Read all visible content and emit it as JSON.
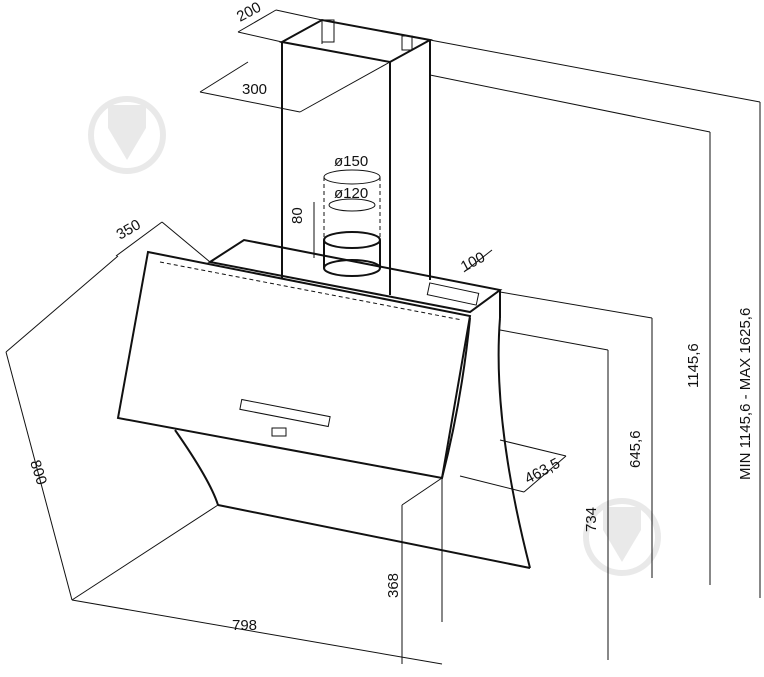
{
  "dimensions": {
    "chimney_depth": "200",
    "chimney_width": "300",
    "duct_outer_diameter": "ø150",
    "duct_inner_diameter": "ø120",
    "duct_height": "80",
    "canopy_depth": "350",
    "control_offset": "100",
    "height_range": "MIN 1145,6 - MAX 1625,6",
    "height_min": "1145,6",
    "canopy_height": "645,6",
    "glass_depth": "463,5",
    "body_height": "734",
    "lower_height": "368",
    "width": "798",
    "diagonal": "800"
  },
  "watermark": {
    "icon": "down-arrow-badge-icon",
    "color": "#d8d8d8"
  }
}
